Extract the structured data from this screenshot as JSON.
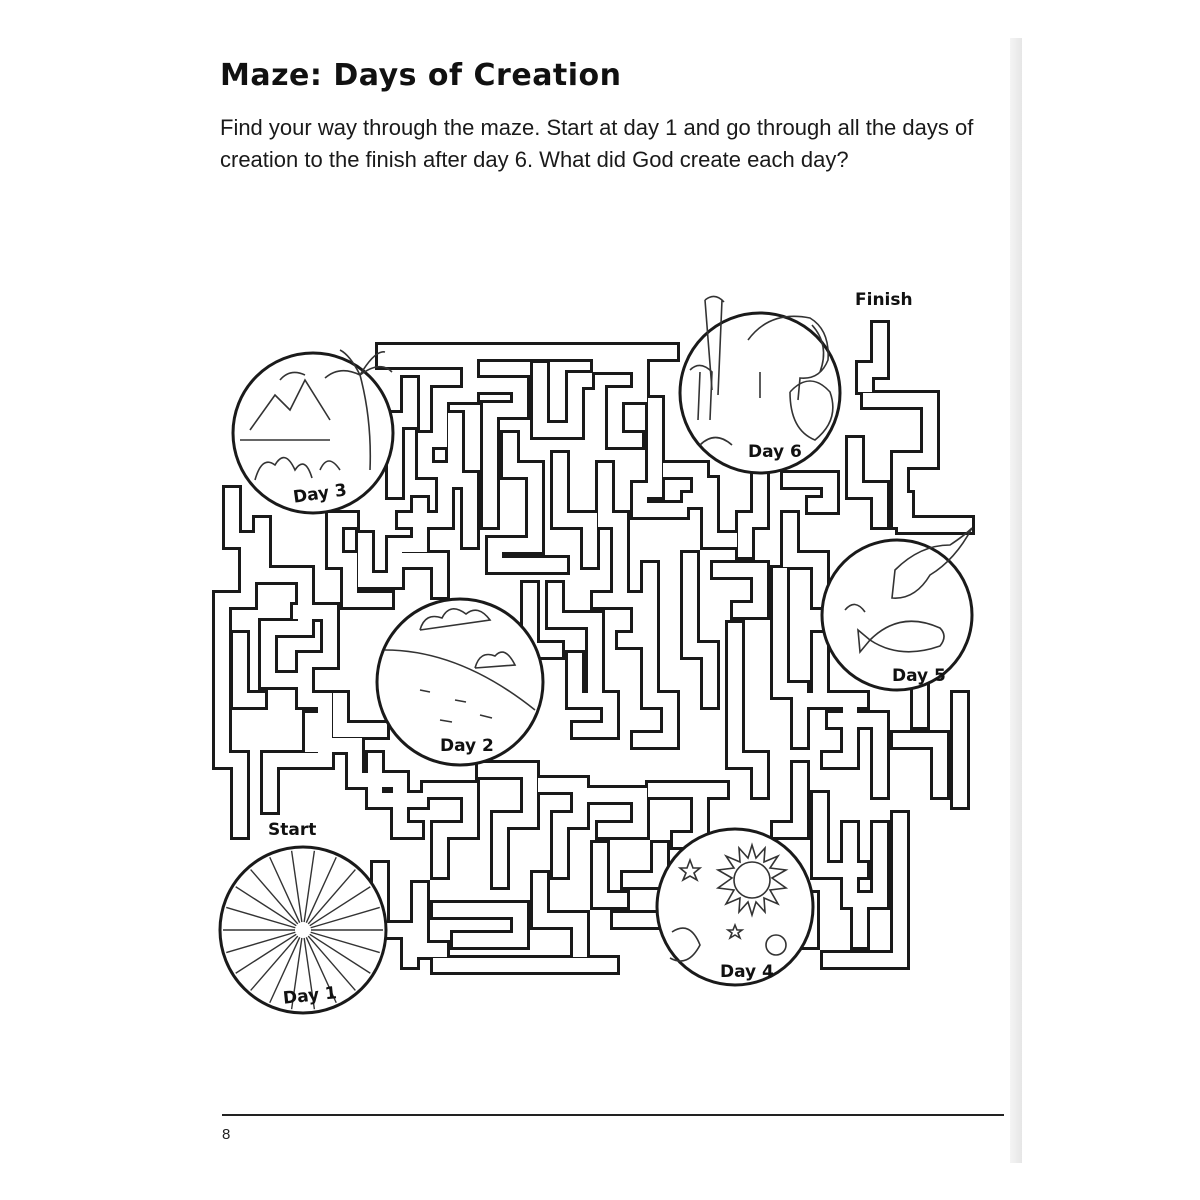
{
  "page": {
    "title": "Maze: Days of Creation",
    "instructions": "Find your way through the maze. Start at day 1 and go through all the days of creation to the finish after day 6. What did God create each day?",
    "page_number": "8"
  },
  "maze": {
    "start_label": "Start",
    "finish_label": "Finish",
    "days": [
      {
        "label": "Day 1",
        "icon": "light-rays-icon"
      },
      {
        "label": "Day 2",
        "icon": "sky-clouds-icon"
      },
      {
        "label": "Day 3",
        "icon": "land-plants-icon"
      },
      {
        "label": "Day 4",
        "icon": "sun-moon-stars-icon"
      },
      {
        "label": "Day 5",
        "icon": "birds-fish-icon"
      },
      {
        "label": "Day 6",
        "icon": "land-animals-icon"
      }
    ]
  },
  "colors": {
    "ink": "#1a1a1a",
    "paper": "#ffffff"
  }
}
